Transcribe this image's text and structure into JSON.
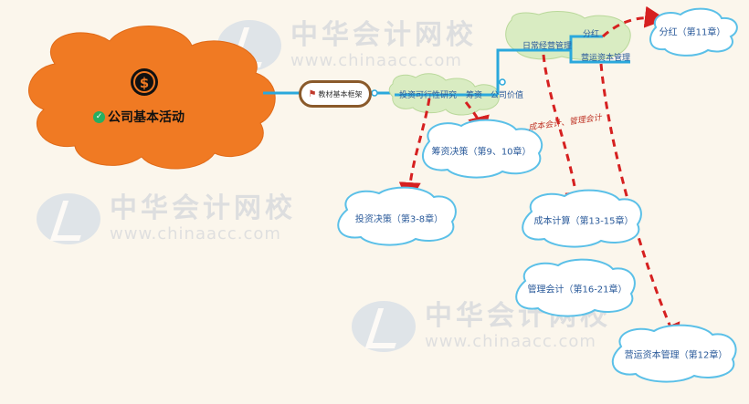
{
  "watermarks": [
    {
      "cn": "中华会计网校",
      "url": "www.chinaacc.com"
    },
    {
      "cn": "中华会计网校",
      "url": "www.chinaacc.com"
    },
    {
      "cn": "中华会计网校",
      "url": "www.chinaacc.com"
    }
  ],
  "root": {
    "title": "公司基本活动",
    "icon": "dollar-coin-icon"
  },
  "frame": {
    "label": "教材基本框架",
    "icon": "red-flag-icon"
  },
  "branch": {
    "invest": "投资可行性研究",
    "finance": "筹资",
    "company_value": "公司价值",
    "daily_mgmt": "日常经营管理",
    "dividend": "分红",
    "working_capital": "营运资本管理"
  },
  "clouds": {
    "dividend": "分红（第11章）",
    "financing_decision": "筹资决策（第9、10章）",
    "investment_decision": "投资决策（第3-8章）",
    "cost_calc": "成本计算（第13-15章）",
    "mgmt_accounting": "管理会计（第16-21章）",
    "working_capital": "营运资本管理（第12章）"
  },
  "annotation": "成本会计、管理会计",
  "colors": {
    "cloud_orange": "#f07a23",
    "cloud_border": "#5bc0e8",
    "branch_line": "#2aa8dc",
    "dash_red": "#d62020",
    "frame_border": "#8a5a2b",
    "green_bubble": "#d9ecc2"
  }
}
